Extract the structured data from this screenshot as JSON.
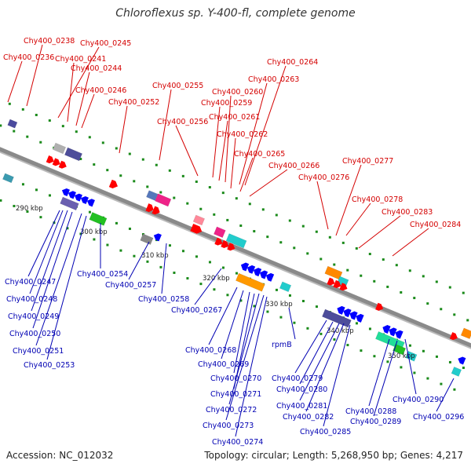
{
  "title": "Chloroflexus sp. Y-400-fl, complete genome",
  "footer": {
    "accession": "Accession: NC_012032",
    "summary": "Topology: circular; Length: 5,268,950 bp; Genes: 4,217"
  },
  "colors": {
    "backbone": "#8a8a8a",
    "forward_label": "#d40000",
    "reverse_label": "#0000b3",
    "forward_gene": "#ff0000",
    "reverse_gene": "#0000ff",
    "dotted_track": "#1a8a1a"
  },
  "scale_ticks": [
    "290 kbp",
    "300 kbp",
    "310 kbp",
    "320 kbp",
    "330 kbp",
    "340 kbp",
    "350 kbp"
  ],
  "forward_labels": [
    "Chy400_0238",
    "Chy400_0236",
    "Chy400_0245",
    "Chy400_0241",
    "Chy400_0244",
    "Chy400_0246",
    "Chy400_0252",
    "Chy400_0255",
    "Chy400_0264",
    "Chy400_0263",
    "Chy400_0260",
    "Chy400_0259",
    "Chy400_0256",
    "Chy400_0261",
    "Chy400_0262",
    "Chy400_0265",
    "Chy400_0266",
    "Chy400_0277",
    "Chy400_0276",
    "Chy400_0278",
    "Chy400_0283",
    "Chy400_0284"
  ],
  "reverse_labels": [
    "Chy400_0247",
    "Chy400_0248",
    "Chy400_0249",
    "Chy400_0250",
    "Chy400_0251",
    "Chy400_0253",
    "Chy400_0254",
    "Chy400_0257",
    "Chy400_0258",
    "Chy400_0267",
    "Chy400_0268",
    "Chy400_0269",
    "Chy400_0270",
    "Chy400_0271",
    "Chy400_0272",
    "Chy400_0273",
    "Chy400_0274",
    "rpmB",
    "Chy400_0279",
    "Chy400_0280",
    "Chy400_0281",
    "Chy400_0282",
    "Chy400_0285",
    "Chy400_0290",
    "Chy400_0288",
    "Chy400_0289",
    "Chy400_0296"
  ]
}
